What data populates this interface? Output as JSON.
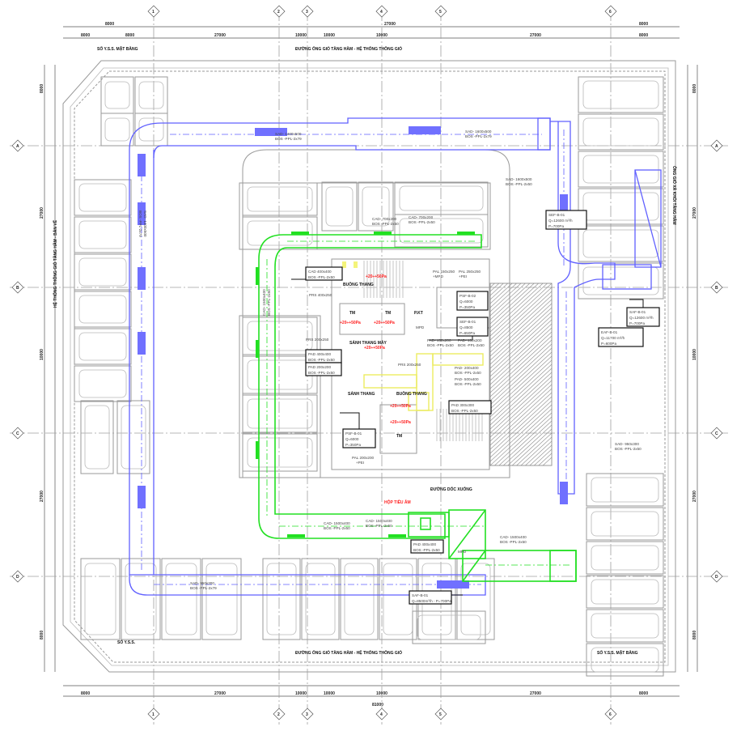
{
  "drawing": {
    "title_top_left": "SỐ Y.S.S. MẶT BẰNG",
    "top_note": "ĐƯỜNG ỐNG GIÓ TẦNG HẦM - HỆ THỐNG THÔNG GIÓ",
    "bottom_note": "ĐƯỜNG ỐNG GIÓ TẦNG HẦM - HỆ THỐNG THÔNG GIÓ",
    "bottom_left_tag": "SỐ Y.S.S.",
    "bottom_right_tag": "SỐ Y.S.S. MẶT BẰNG",
    "right_note": "ỐNG GIÓ XẢ KHÓI TẦNG HẦM",
    "left_note": "HỆ THỐNG THÔNG GIÓ TẦNG HẦM - BẢN VẼ"
  },
  "grid": {
    "columns": [
      "1",
      "2",
      "3",
      "4",
      "5",
      "6"
    ],
    "rows": [
      "A",
      "B",
      "C",
      "D"
    ]
  },
  "dimensions": {
    "top_overall": [
      "8000",
      "27000",
      "8000"
    ],
    "top_parts": [
      "8000",
      "8000",
      "27000",
      "10000",
      "10000",
      "10000",
      "27000",
      "8000"
    ],
    "bottom_overall": [
      "81000"
    ],
    "bottom_parts": [
      "8000",
      "27000",
      "10000",
      "10000",
      "10000",
      "27000",
      "8000"
    ],
    "left": [
      "8000",
      "27000",
      "10000",
      "27000",
      "8000"
    ],
    "right": [
      "8000",
      "27000",
      "10000",
      "27000",
      "8000"
    ]
  },
  "duct_labels": {
    "sad_top_left": [
      "SAD- 1400x500",
      "BOS -PPL-2x79"
    ],
    "sad_top_right": [
      "SAD- 1600x500",
      "BOS -PPL-2x79"
    ],
    "sad_right": [
      "SAD- 1600x500",
      "BOS -PPL-2x50"
    ],
    "sad_right_lower": [
      "SAD- 950x300",
      "BOS -PPL-2x50"
    ],
    "sad_left_vertical": [
      "SAD- 1400x500",
      "BOS -PPL-2x79"
    ],
    "sad_bottom": [
      "SAD- 950x300",
      "BOS -PPL-2x79"
    ],
    "cad_top": [
      "CAD- 700x200",
      "BOS -PPL-2x50"
    ],
    "cad_top2": [
      "CAD- 700x200",
      "BOS -PPL-2x50"
    ],
    "cad_left": [
      "CAD- 1500x400",
      "BOS -PPL-2x50"
    ],
    "cad_bottom": [
      "CAD- 1500x400",
      "BOS -PPL-2x50"
    ],
    "cad_bottom2": [
      "CAD- 1500x400",
      "BOS -PPL-2x50"
    ],
    "cad_bottom3": [
      "CAD- 1500x400",
      "BOS -PPL-2x50"
    ],
    "silencer": "HỘP TIÊU ÂM",
    "pal1": [
      "PAL 150x250",
      "+MPD"
    ],
    "pal2": [
      "PAL 250x250",
      "+PEI"
    ],
    "pal3": [
      "PAL 200x200",
      "+PEI"
    ],
    "prs1": "PRS 400x250",
    "prs2": "PRS 200x250",
    "prs3": "PRS 200x250",
    "pad1": [
      "PAD- 400x200",
      "BOS -PPL-2x50"
    ],
    "pad2": [
      "PAD- 400x200",
      "BOS -PPL-2x50"
    ],
    "pad3": [
      "PAD- 200x400",
      "BOS -PPL-2x50"
    ],
    "pad4": [
      "PAD- 500x400",
      "BOS -PPL-2x50"
    ],
    "mpd": "MPD",
    "mpd2": "MPD"
  },
  "room_labels": {
    "stair1": "BUỒNG THANG",
    "stair2": "BUỒNG THANG",
    "lobby": "SẢNH THANG",
    "pkt": "P.KT",
    "lift1": "TM",
    "lift2": "TM",
    "lift3": "TM",
    "lobby2": "SẢNH THANG MÁY",
    "pressure": "+20÷+50Pa",
    "ramp": "ĐƯỜNG DỐC XUỐNG"
  },
  "equipment_tags": {
    "saf1": [
      "SAF-B-01",
      "Q=12600 m³/h",
      "P=700Pa"
    ],
    "eaf1": [
      "EAF-B-01",
      "Q=11700 m³/h",
      "P=600Pa"
    ],
    "psf1": [
      "PSF-B-01",
      "Q=6000",
      "P=350Pa"
    ],
    "psf2": [
      "PSF-B-02",
      "Q=6000",
      "P=350Pa"
    ],
    "sef1": [
      "SEF-B-01",
      "Q=8500",
      "P=650Pa"
    ],
    "cad_tag": [
      "CAD 400x400",
      "BOS -PPL-2x50"
    ],
    "tag_a": [
      "PAD 400x400",
      "BOS -PPL-2x50"
    ],
    "tag_b": [
      "PAD 200x200",
      "BOS -PPL-2x50"
    ],
    "tag_c": [
      "PAD 300x300",
      "BOS -PPL-2x50"
    ],
    "sef_right": [
      "SEF-B-01",
      "Q=12600 m³/h",
      "P=700Pa"
    ],
    "ahu_bottom": [
      "SAF-B-01",
      "Q=8500m³/h - P=700Pa"
    ]
  },
  "colors": {
    "supply_duct": "#6060ff",
    "exhaust_duct": "#22e022",
    "pressurization_duct": "#ecec60",
    "annotation_red": "#ff2020",
    "linework": "#9a9a9a"
  }
}
